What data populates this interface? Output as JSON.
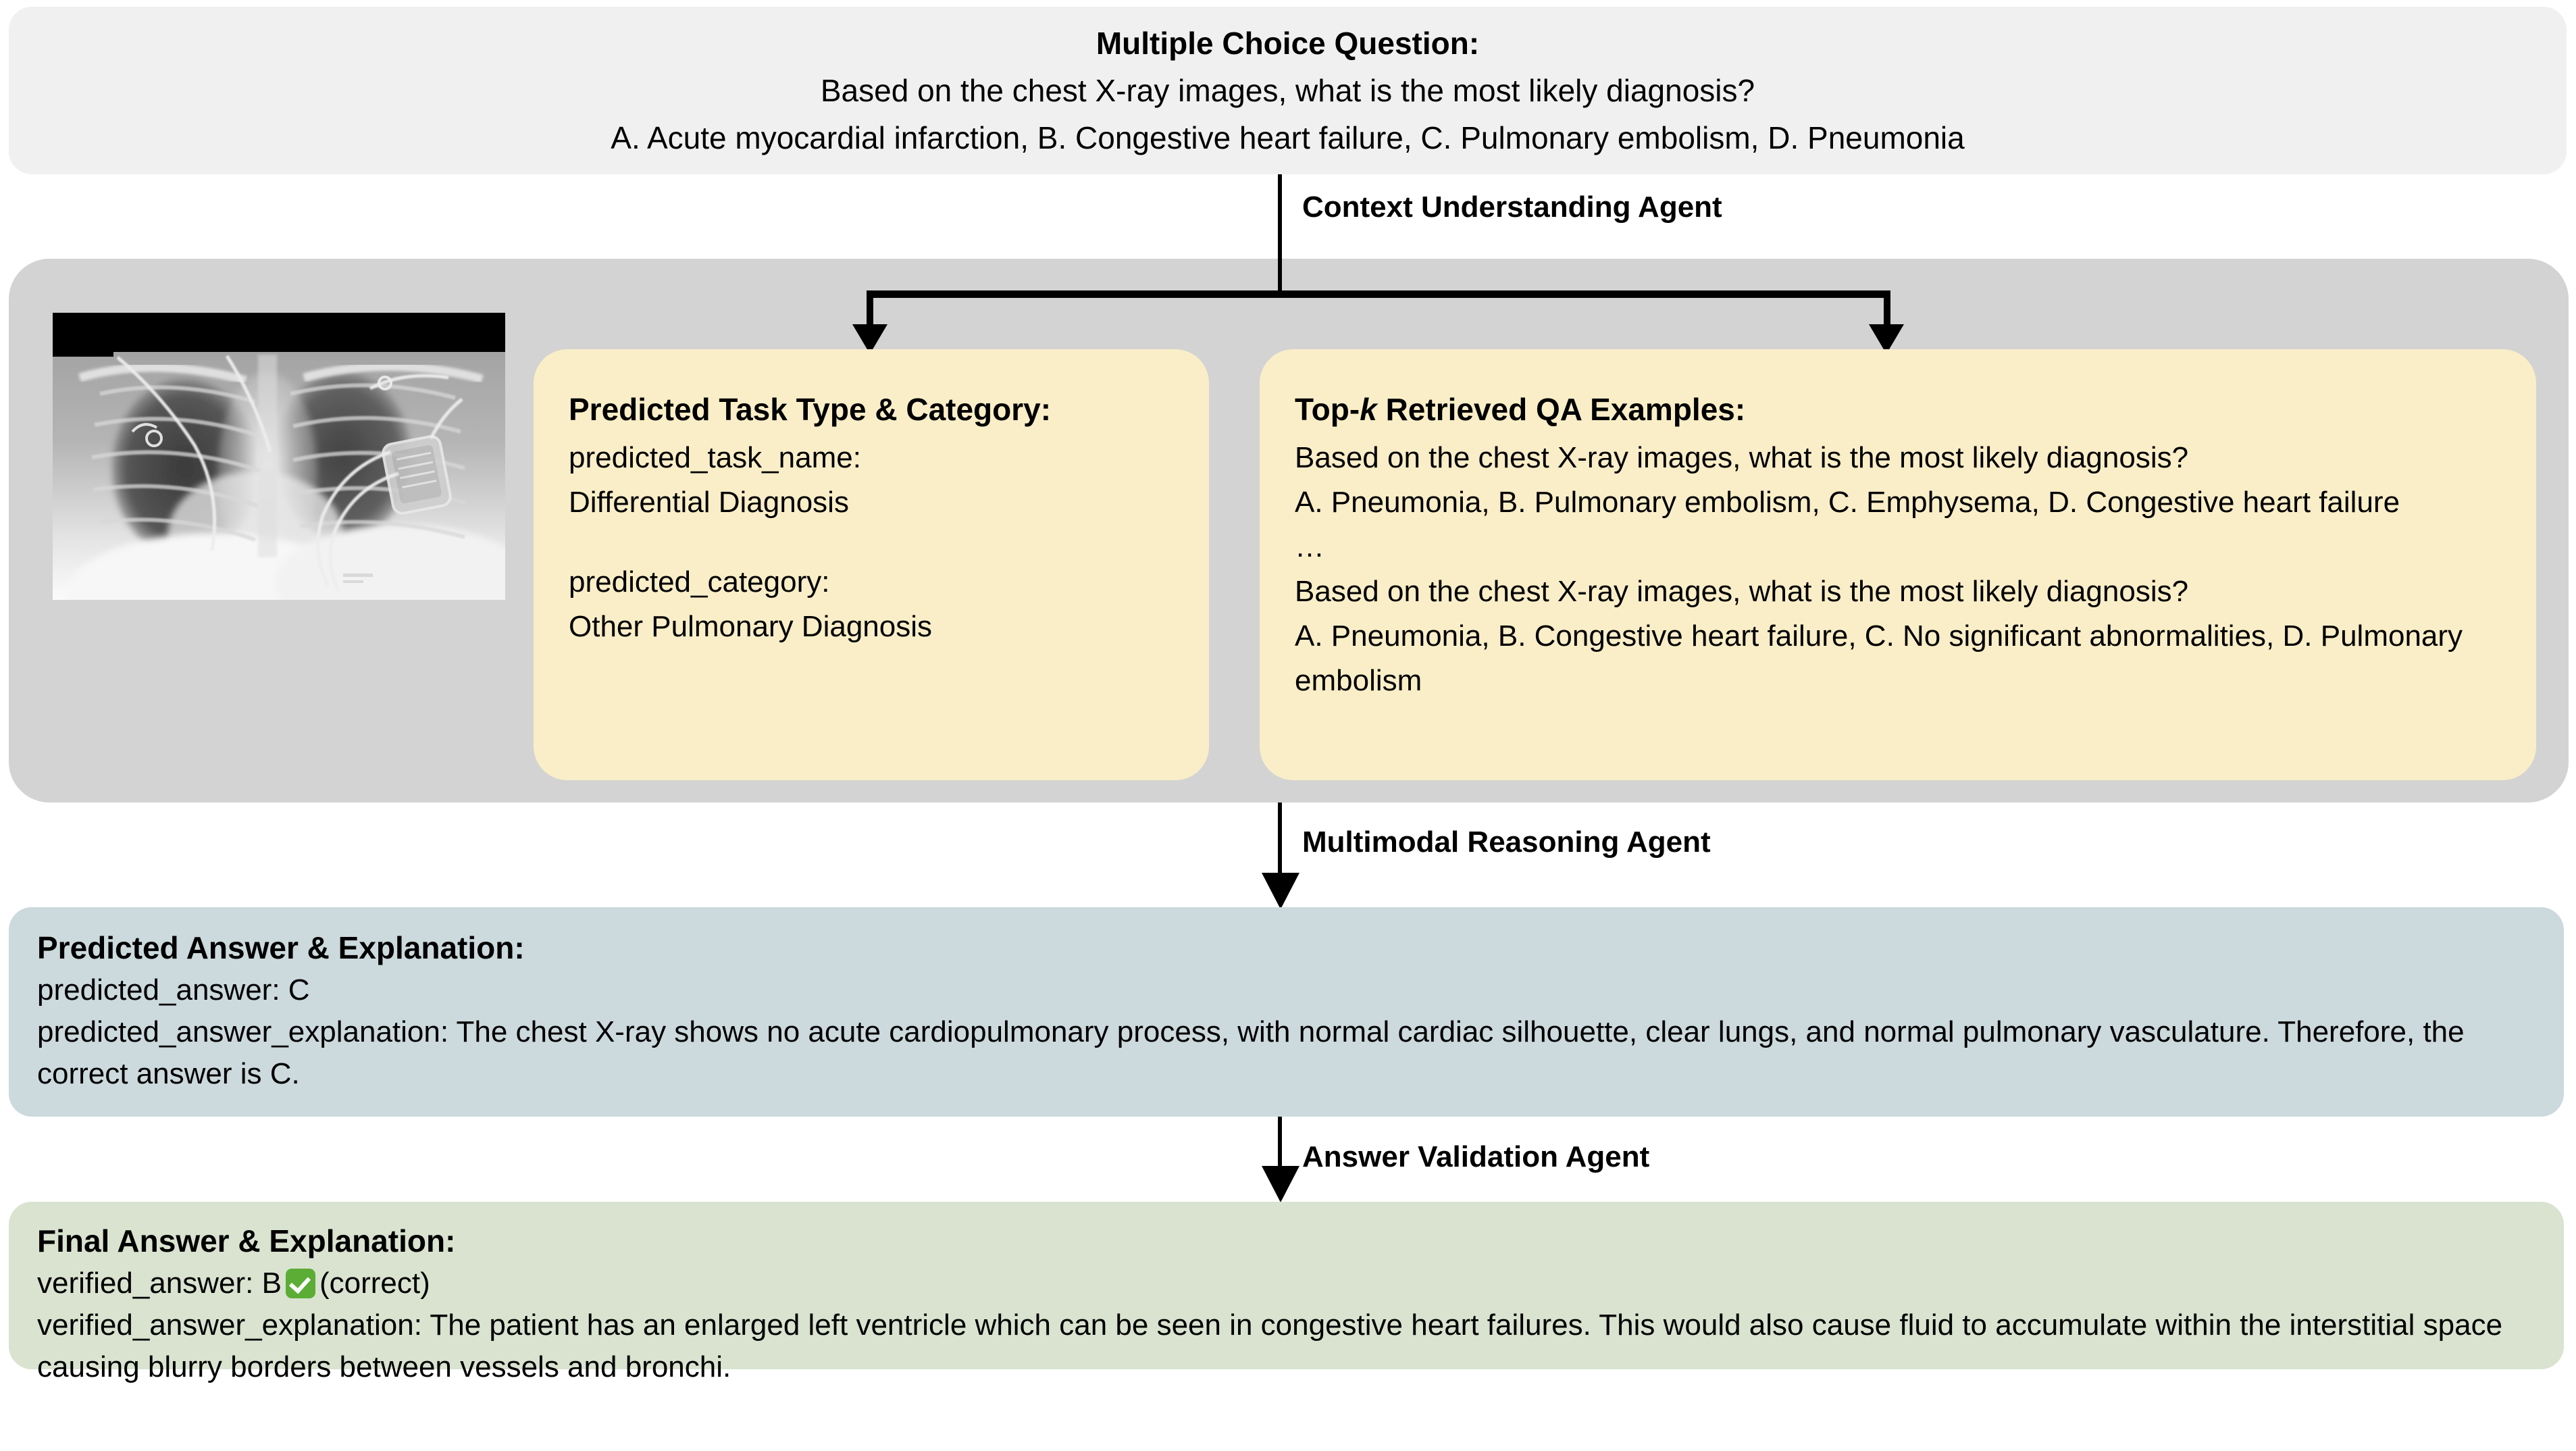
{
  "question_box": {
    "title": "Multiple Choice Question:",
    "question": "Based on the chest X-ray images, what is the most likely diagnosis?",
    "options": "A. Acute myocardial infarction, B. Congestive heart failure, C. Pulmonary embolism, D. Pneumonia"
  },
  "agents": {
    "context_understanding": "Context Understanding Agent",
    "multimodal_reasoning": "Multimodal Reasoning Agent",
    "answer_validation": "Answer Validation Agent"
  },
  "context_stage": {
    "xray_caption": "chest-xray-thumbnail",
    "task_card": {
      "heading": "Predicted Task Type & Category:",
      "task_name_key": "predicted_task_name:",
      "task_name_value": "Differential Diagnosis",
      "category_key": "predicted_category:",
      "category_value": "Other Pulmonary Diagnosis"
    },
    "qa_card": {
      "heading_prefix": "Top-",
      "heading_italic": "k",
      "heading_suffix": " Retrieved QA Examples:",
      "example1_question": "Based on the chest X-ray images, what is the most likely diagnosis?",
      "example1_options": "A. Pneumonia, B. Pulmonary embolism, C. Emphysema, D. Congestive heart failure",
      "ellipsis": "…",
      "example2_question": "Based on the chest X-ray images, what is the most likely diagnosis?",
      "example2_options": "A. Pneumonia, B. Congestive heart failure, C. No significant abnormalities, D. Pulmonary embolism"
    }
  },
  "predicted_box": {
    "heading": "Predicted Answer & Explanation:",
    "answer_line": "predicted_answer: C",
    "explanation_line": "predicted_answer_explanation: The chest X-ray shows no acute cardiopulmonary process, with normal cardiac silhouette, clear lungs, and normal pulmonary vasculature. Therefore, the correct answer is C."
  },
  "final_box": {
    "heading": "Final Answer & Explanation:",
    "answer_prefix": "verified_answer: B",
    "answer_suffix": "(correct)",
    "badge": "white-check-mark",
    "explanation_line": "verified_answer_explanation: The patient has an enlarged left ventricle which can be seen in congestive heart failures. This would also cause fluid to accumulate within the interstitial space causing blurry borders between vessels and bronchi."
  },
  "colors": {
    "question_bg": "#f0f0f0",
    "container_bg": "#d3d3d3",
    "card_yellow": "#faeec8",
    "card_blue": "#ccd9dd",
    "card_green": "#d9e3d0",
    "badge_green": "#5bad35"
  }
}
